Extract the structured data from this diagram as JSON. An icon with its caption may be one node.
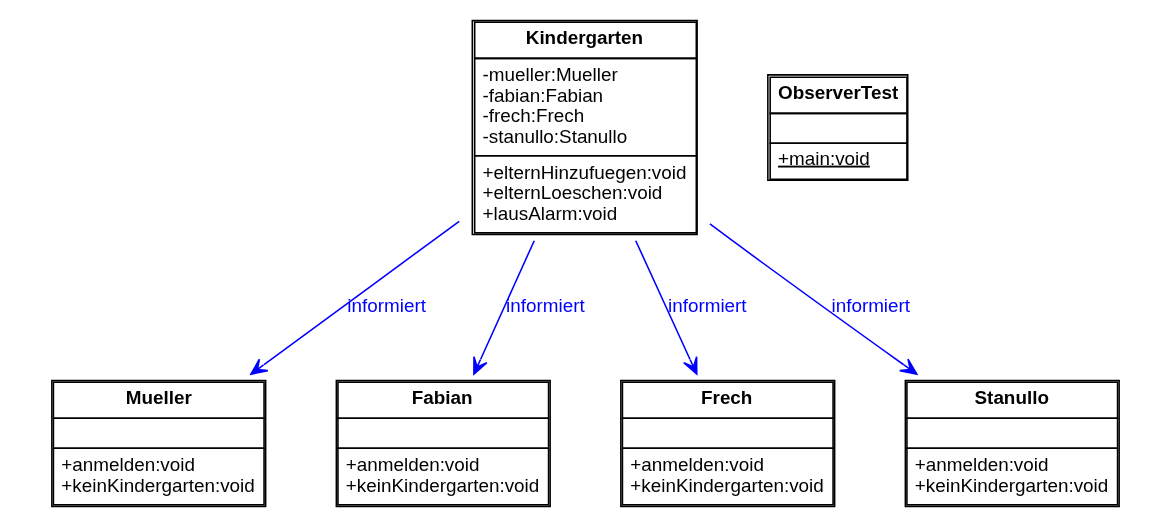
{
  "diagram": {
    "nodes": [
      {
        "text": [
          "Kindergarten",
          "-mueller:Mueller",
          "-fabian:Fabian",
          "-frech:Frech",
          "-stanullo:Stanullo",
          "+elternHinzufuegen:void",
          "+elternLoeschen:void",
          "+lausAlarm:void"
        ]
      },
      {
        "text": [
          "ObserverTest",
          "+main:void"
        ]
      },
      {
        "text": [
          "Mueller",
          "+anmelden:void",
          "+keinKindergarten:void"
        ]
      },
      {
        "text": [
          "Fabian",
          "+anmelden:void",
          "+keinKindergarten:void"
        ]
      },
      {
        "text": [
          "Frech",
          "+anmelden:void",
          "+keinKindergarten:void"
        ]
      },
      {
        "text": [
          "Stanullo",
          "+anmelden:void",
          "+keinKindergarten:void"
        ]
      }
    ],
    "edges": [
      {
        "from": 0,
        "to": 2,
        "arrow": "to",
        "label": "informiert"
      },
      {
        "from": 0,
        "to": 3,
        "arrow": "to",
        "label": "informiert"
      },
      {
        "from": 0,
        "to": 4,
        "arrow": "to",
        "label": "informiert"
      },
      {
        "from": 0,
        "to": 5,
        "arrow": "to",
        "label": "informiert"
      }
    ]
  }
}
